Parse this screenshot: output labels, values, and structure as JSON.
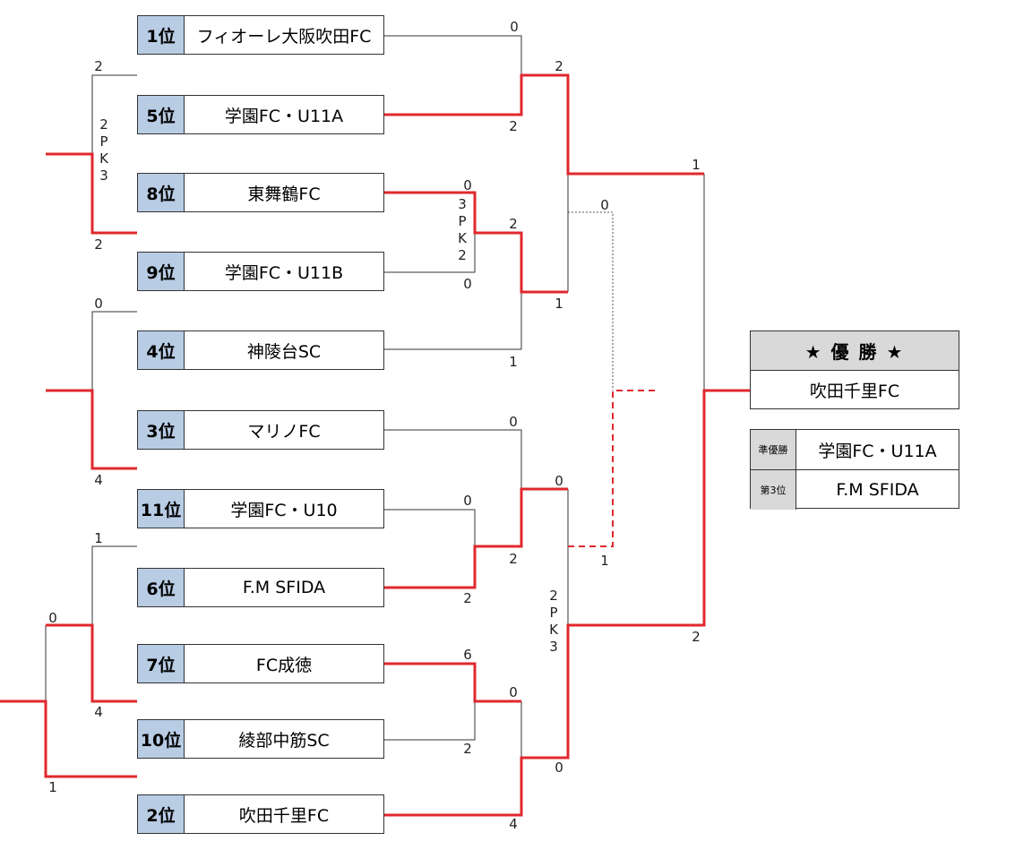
{
  "teams": [
    {
      "rank": "1位",
      "name": "フィオーレ大阪吹田FC"
    },
    {
      "rank": "5位",
      "name": "学園FC・U11A"
    },
    {
      "rank": "8位",
      "name": "東舞鶴FC"
    },
    {
      "rank": "9位",
      "name": "学園FC・U11B"
    },
    {
      "rank": "4位",
      "name": "神陵台SC"
    },
    {
      "rank": "3位",
      "name": "マリノFC"
    },
    {
      "rank": "11位",
      "name": "学園FC・U10"
    },
    {
      "rank": "6位",
      "name": "F.M SFIDA"
    },
    {
      "rank": "7位",
      "name": "FC成徳"
    },
    {
      "rank": "10位",
      "name": "綾部中筋SC"
    },
    {
      "rank": "2位",
      "name": "吹田千里FC"
    }
  ],
  "scores": [
    "0",
    "2",
    "2",
    "0",
    "2",
    "0",
    "1",
    "1",
    "0",
    "0",
    "0",
    "2",
    "2",
    "0",
    "1",
    "6",
    "0",
    "2",
    "0",
    "4",
    "1",
    "2",
    "0",
    "2",
    "2",
    "0",
    "4",
    "1",
    "0",
    "4",
    "1"
  ],
  "pk_labels": [
    "2\nP\nK\n3",
    "3\nP\nK\n2",
    "2\nP\nK\n3"
  ],
  "champion": {
    "title": "★ 優 勝 ★",
    "name": "吹田千里FC"
  },
  "results": [
    {
      "label": "準優勝",
      "value": "学園FC・U11A"
    },
    {
      "label": "第3位",
      "value": "F.M SFIDA"
    }
  ],
  "colors": {
    "winner_line": "#e0282e",
    "loser_line": "#333333",
    "rank_cell": "#b8cce4",
    "title_cell": "#d9d9d9"
  }
}
